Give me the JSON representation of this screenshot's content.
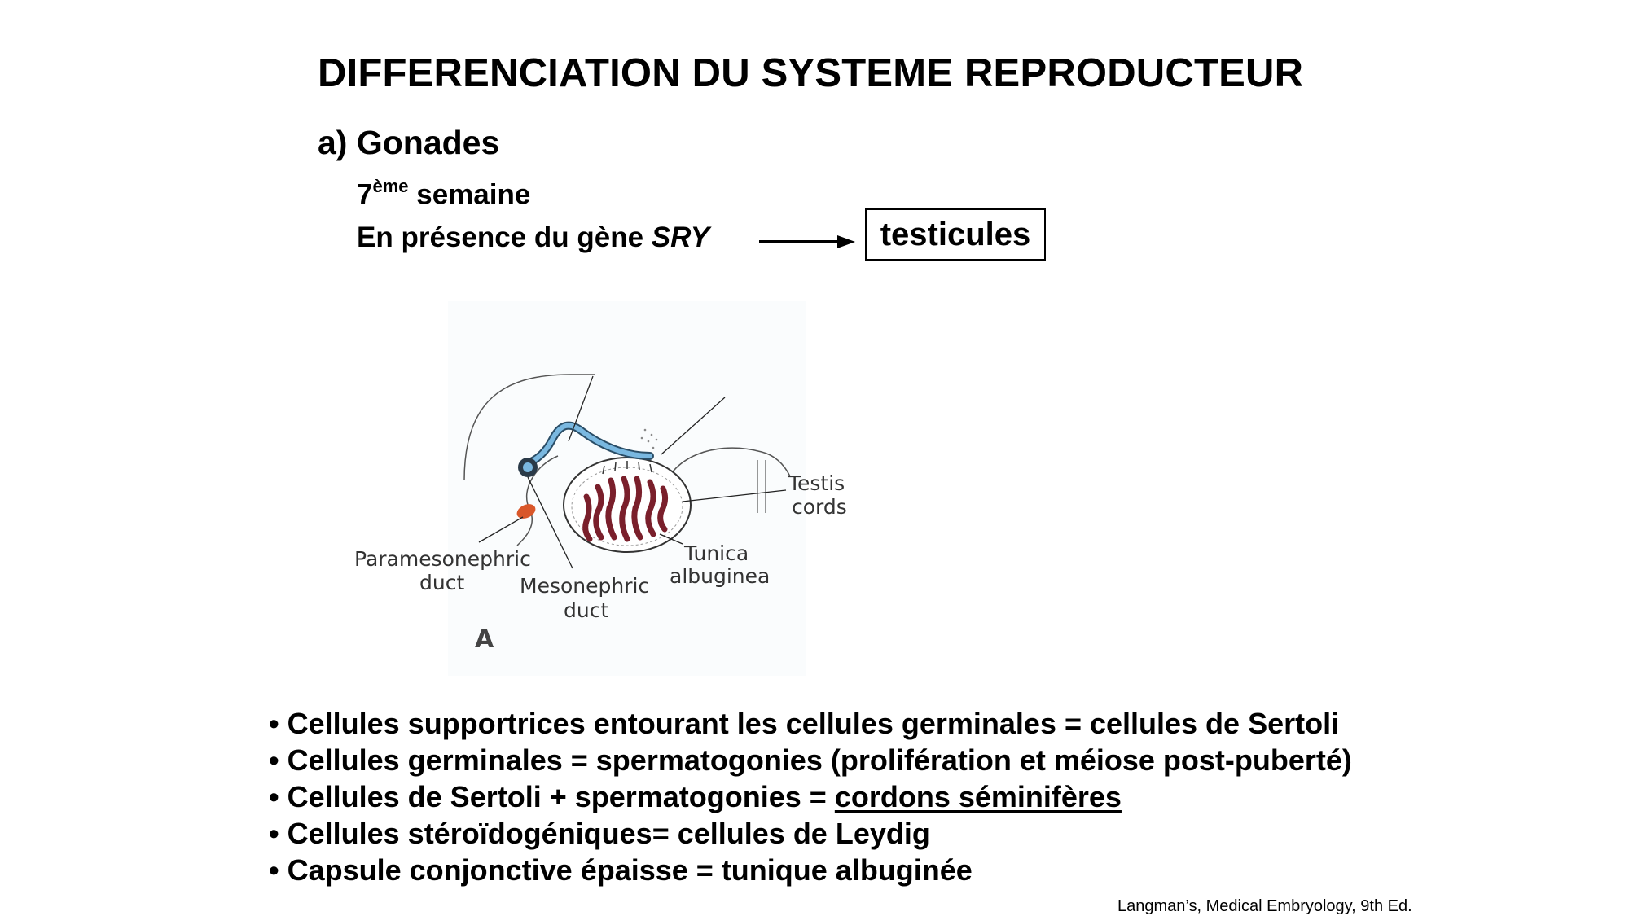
{
  "slide": {
    "title": "DIFFERENCIATION DU SYSTEME REPRODUCTEUR",
    "section": "a) Gonades",
    "week": {
      "number": "7",
      "suffix": "ème",
      "text": " semaine"
    },
    "sry_line": {
      "prefix": "En présence du gène ",
      "gene": "SRY"
    },
    "result": "testicules",
    "figure": {
      "labels": {
        "testis_cords_1": "Testis",
        "testis_cords_2": "cords",
        "tunica_1": "Tunica",
        "tunica_2": "albuginea",
        "paramesonephric_1": "Paramesonephric",
        "paramesonephric_2": "duct",
        "mesonephric_1": "Mesonephric",
        "mesonephric_2": "duct",
        "panel": "A"
      },
      "colors": {
        "cords": "#7a1f2b",
        "mesonephric_duct": "#7ab8e0",
        "paramesonephric_duct": "#d9572a"
      }
    },
    "bullets": [
      {
        "text": "• Cellules supportrices entourant les cellules germinales = cellules de Sertoli"
      },
      {
        "text": "• Cellules germinales = spermatogonies (prolifération et méiose post-puberté)"
      },
      {
        "pre": "• Cellules de Sertoli + spermatogonies = ",
        "underlined": "cordons séminifères"
      },
      {
        "text": "• Cellules stéroïdogéniques= cellules de Leydig"
      },
      {
        "text": "• Capsule conjonctive épaisse = tunique albuginée"
      }
    ],
    "citation": "Langman’s, Medical Embryology, 9th Ed."
  }
}
